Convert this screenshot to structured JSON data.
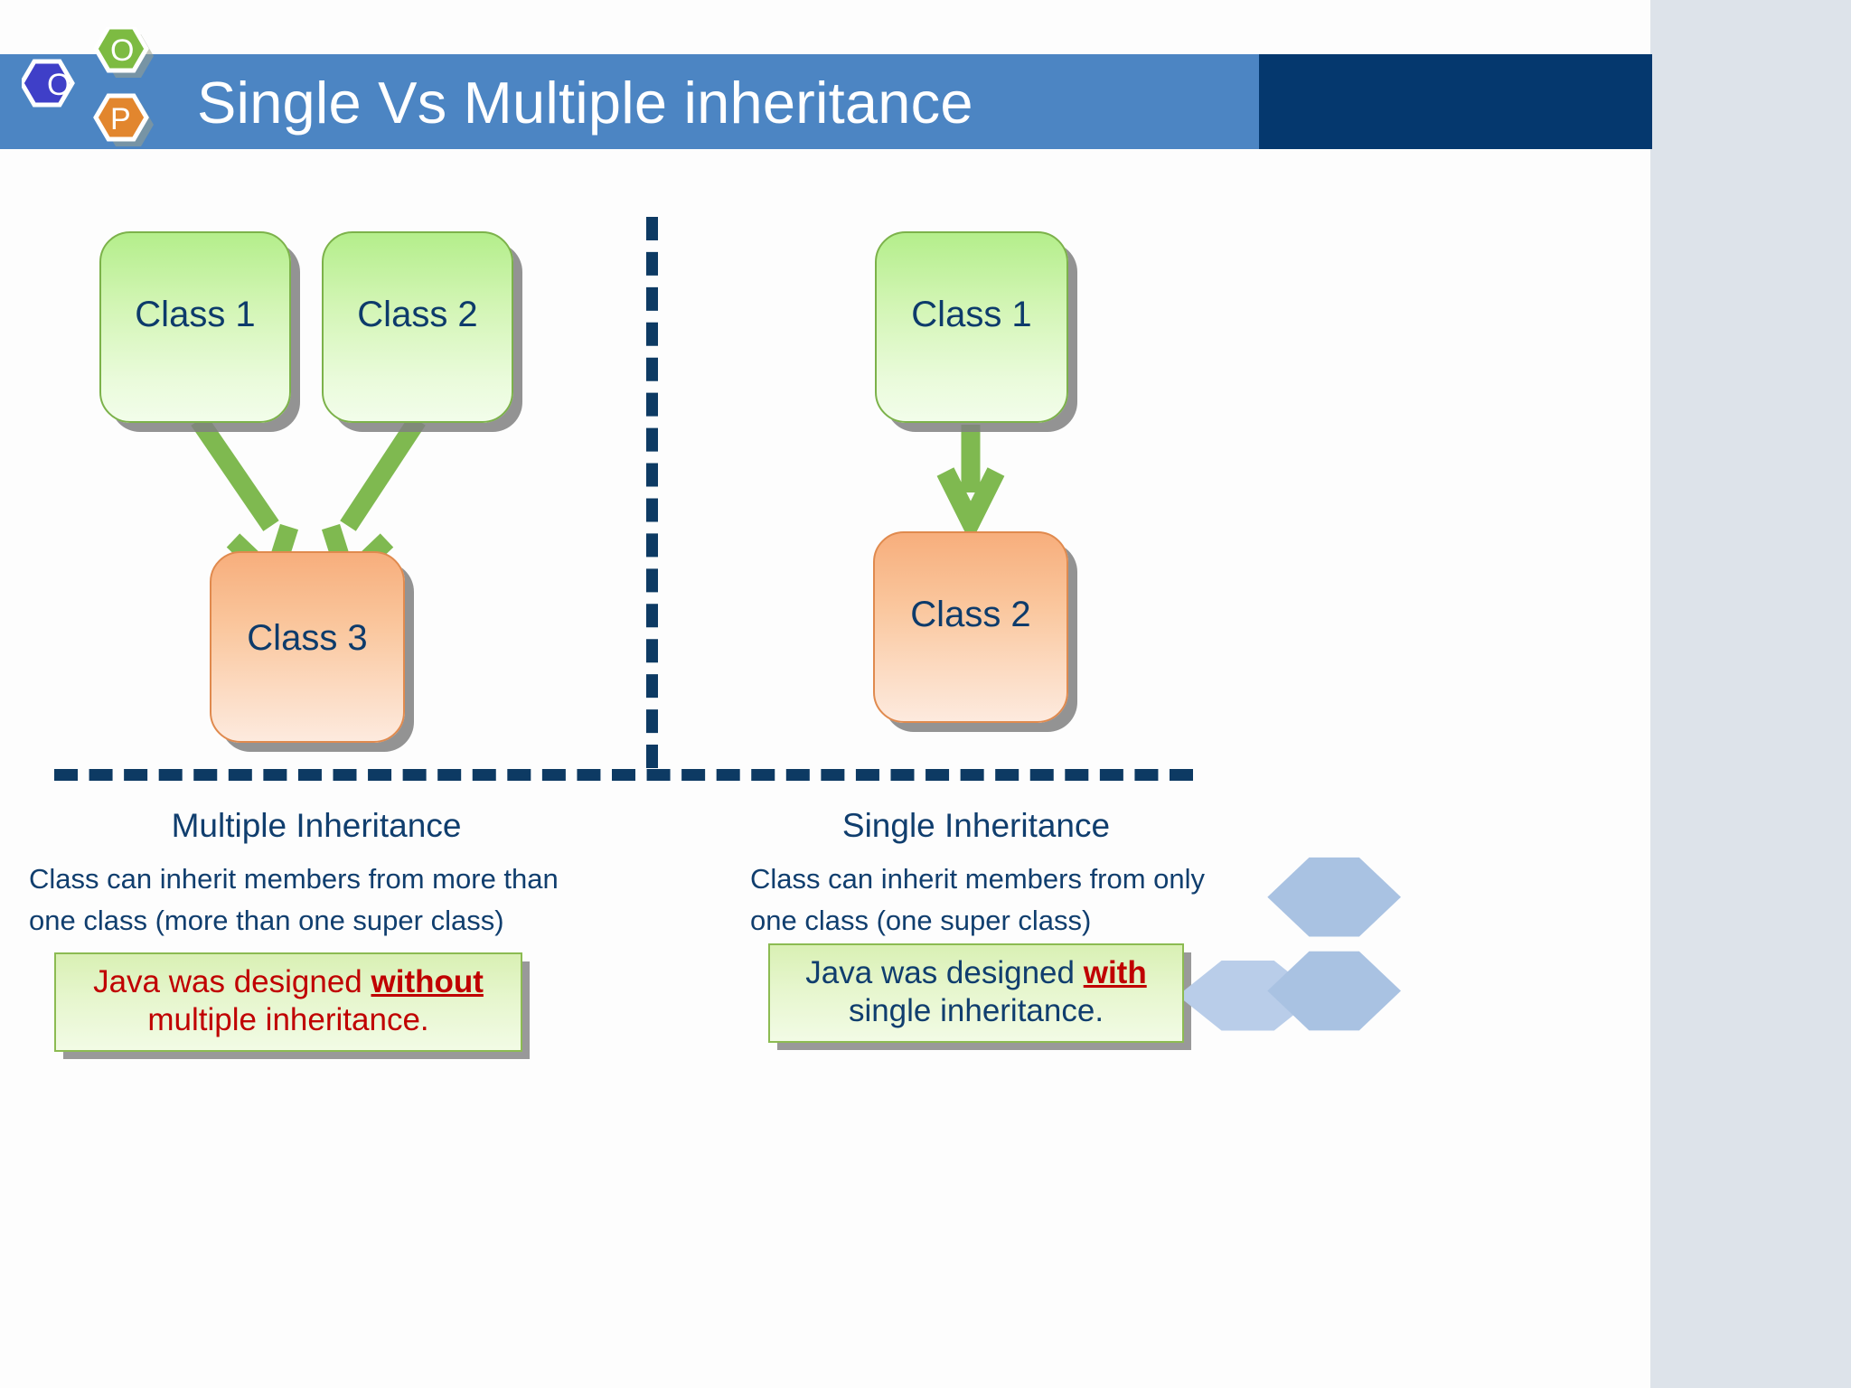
{
  "slide": {
    "title": "Single Vs Multiple inheritance",
    "logo": {
      "name": "oop-hexagon-logo",
      "letters": [
        "O",
        "O",
        "P"
      ],
      "colors": {
        "blue": "#3f3fc8",
        "green": "#7dbb42",
        "orange": "#e2862e"
      }
    },
    "theme": {
      "title_bar_light": "#4c85c3",
      "title_bar_dark": "#05386e",
      "right_panel": "#dde3ea",
      "text_navy": "#103e6e",
      "accent_red": "#c00000",
      "arrow_green": "#7fb950",
      "box_green": "#b4ee8b",
      "box_orange": "#f7ae7c",
      "dash_navy": "#0d3a63"
    }
  },
  "diagram": {
    "left": {
      "parents": [
        {
          "label": "Class 1",
          "type": "green"
        },
        {
          "label": "Class 2",
          "type": "green"
        }
      ],
      "child": {
        "label": "Class 3",
        "type": "orange"
      }
    },
    "right": {
      "parents": [
        {
          "label": "Class 1",
          "type": "green"
        }
      ],
      "child": {
        "label": "Class 2",
        "type": "orange"
      }
    }
  },
  "captions": {
    "multiple": {
      "heading": "Multiple Inheritance",
      "line1": "Class can inherit members from more than",
      "line2": "one class (more than one super class)"
    },
    "single": {
      "heading": "Single Inheritance",
      "line1": "Class can inherit members from only",
      "line2": "one class (one super class)"
    }
  },
  "notes": {
    "left": {
      "prefix": "Java was designed ",
      "emphasis": "without",
      "suffix": " multiple inheritance."
    },
    "right": {
      "prefix": "Java was designed ",
      "emphasis": "with",
      "suffix": " single inheritance."
    }
  }
}
